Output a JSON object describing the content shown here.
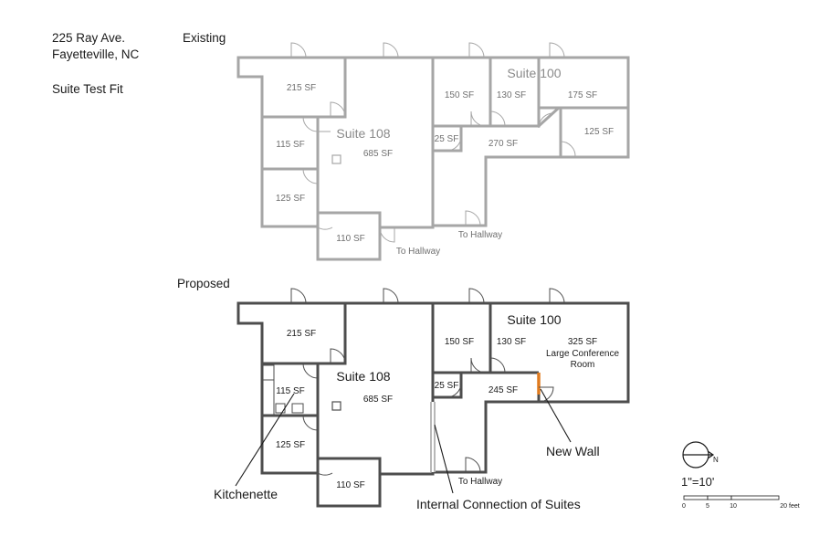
{
  "header": {
    "address_line1": "225 Ray Ave.",
    "address_line2": "Fayetteville, NC",
    "subtitle": "Suite Test Fit"
  },
  "existing": {
    "label": "Existing",
    "suite_108": "Suite 108",
    "suite_100": "Suite 100",
    "rooms": {
      "r215": "215 SF",
      "r115": "115 SF",
      "r125a": "125 SF",
      "r110": "110 SF",
      "r685": "685 SF",
      "r150": "150 SF",
      "r130": "130 SF",
      "r175": "175 SF",
      "r25": "25 SF",
      "r270": "270 SF",
      "r125b": "125 SF"
    },
    "to_hallway_1": "To Hallway",
    "to_hallway_2": "To Hallway"
  },
  "proposed": {
    "label": "Proposed",
    "suite_108": "Suite 108",
    "suite_100": "Suite 100",
    "rooms": {
      "r215": "215 SF",
      "r115": "115 SF",
      "r125": "125 SF",
      "r110": "110 SF",
      "r685": "685 SF",
      "r150": "150 SF",
      "r130": "130 SF",
      "r25": "25 SF",
      "r245": "245 SF",
      "r325": "325 SF",
      "conf1": "Large Conference",
      "conf2": "Room"
    },
    "to_hallway": "To Hallway"
  },
  "callouts": {
    "kitchenette": "Kitchenette",
    "internal_connection": "Internal Connection of Suites",
    "new_wall": "New Wall"
  },
  "legend": {
    "north": "N",
    "scale": "1\"=10'",
    "ticks": [
      "0",
      "5",
      "10",
      "20 feet"
    ]
  },
  "colors": {
    "existing_wall": "#a6a6a6",
    "proposed_wall": "#4d4d4d",
    "new_wall": "#e07b1f"
  }
}
